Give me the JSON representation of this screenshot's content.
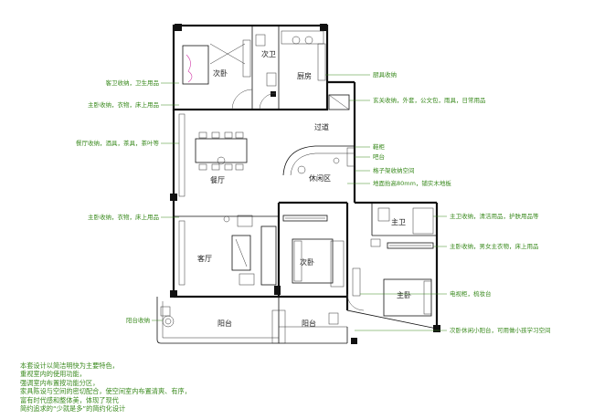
{
  "rooms": {
    "bedroom_top": "次卧",
    "guest_bath": "次卫",
    "kitchen": "厨房",
    "corridor": "过道",
    "dining": "餐厅",
    "leisure": "休闲区",
    "living": "客厅",
    "bedroom_mid": "次卧",
    "master_bath": "主卫",
    "master_bed": "主卧",
    "balcony_left": "阳台",
    "balcony_right": "阳台"
  },
  "left_notes": [
    "客卫收纳，卫生用品",
    "主卧收纳，衣物，床上用品",
    "餐厅收纳，酒具，茶具，茶叶等",
    "主卧收纳，衣物，床上用品",
    "阳台收纳"
  ],
  "right_notes": [
    "厨具收纳",
    "玄关收纳，外套，公文包，雨具，日常用品",
    "鞋柜",
    "吧台",
    "格子架收纳空间",
    "地面抬高80mm，铺实木地板",
    "主卫收纳，清洁用品，护肤用品等",
    "主卧收纳，男女主衣物，床上用品",
    "电视柜，梳妆台",
    "次卧休闲小阳台，可用做小孩学习空间"
  ],
  "description": [
    "本套设计以简洁明快为主要特色，",
    "重视室内的使用功能，",
    "强调室内布置按功能分区，",
    "家具陈设与空间的密切配合，使空间室内布置清爽、有序，",
    "富有时代感和整体美，体现了现代",
    "简约追求的“少就是多”的简约化设计"
  ],
  "colors": {
    "annotation": "#3a8a1e",
    "walls": "#111111",
    "accent": "#d23aa8"
  }
}
